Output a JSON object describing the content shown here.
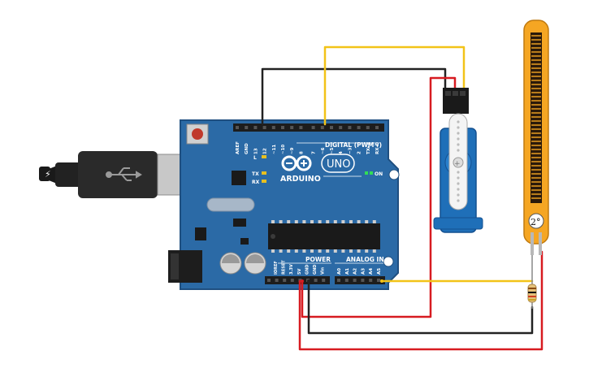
{
  "board": {
    "logo_word": "ARDUINO",
    "model": "UNO",
    "on_label": "ON",
    "digital_header_label": "DIGITAL (PWM~)",
    "power_label": "POWER",
    "analog_label": "ANALOG IN",
    "led_labels": [
      "L",
      "TX",
      "RX"
    ],
    "digital_pins": [
      "AREF",
      "GND",
      "13",
      "12",
      "~11",
      "~10",
      "~9",
      "8",
      "7",
      "~6",
      "~5",
      "4",
      "~3",
      "2",
      "TX▸1",
      "RX◂0"
    ],
    "power_pins": [
      "IOREF",
      "RESET",
      "3.3V",
      "5V",
      "GND",
      "GND",
      "Vin"
    ],
    "analog_pins": [
      "A0",
      "A1",
      "A2",
      "A3",
      "A4",
      "A5"
    ]
  },
  "flex_sensor": {
    "angle_label": "2°"
  },
  "colors": {
    "board": "#2b6aa6",
    "board_edge": "#1f4f80",
    "wire_red": "#d71b21",
    "wire_black": "#222222",
    "wire_yellow": "#f2c318",
    "servo_body": "#1f6fb8",
    "flex_strip": "#f5a623"
  }
}
